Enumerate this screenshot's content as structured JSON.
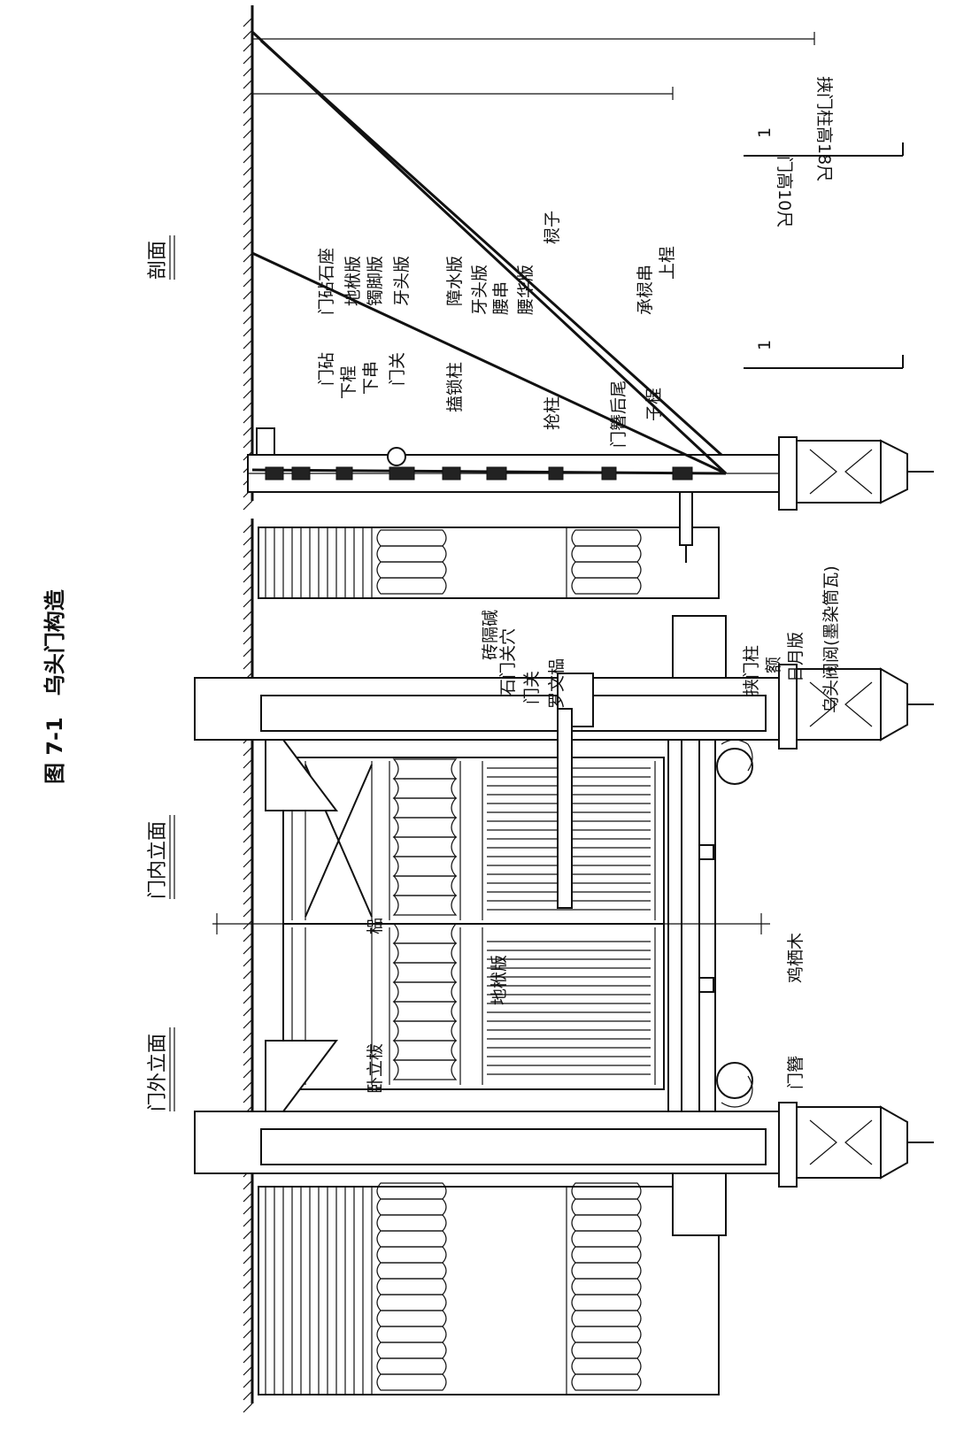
{
  "figure": {
    "caption": "图 7-1　乌头门构造"
  },
  "views": {
    "outer": "门外立面",
    "inner": "门内立面",
    "section": "剖面"
  },
  "elevation_labels": {
    "wutou": "乌头阀阅(墨染筒瓦)",
    "riyue": "日月版",
    "e": "额",
    "jiamenzhu": "挟门柱",
    "jixi": "鸡栖木",
    "menzan": "门簪",
    "luowen": "罗文榀",
    "menguan": "门关",
    "shimenguan": "石门关穴",
    "zhuangeqi": "砖隔碱",
    "difuban": "地栿版",
    "wolizhi": "卧立柭",
    "fu": "榀"
  },
  "section_labels": {
    "shangcheng": "上桯",
    "chengleng": "承棂串",
    "lengzi": "棂子",
    "yaohua": "腰华版",
    "yaochuan": "腰串",
    "yatou1": "牙头版",
    "zhangshui": "障水版",
    "yatou2": "牙头版",
    "zhujiao": "镯脚版",
    "difuban": "地栿版",
    "menzhenshi": "门砧石座",
    "menzanhouwei": "门簪后尾",
    "zicheng": "子桯",
    "qiangzhu": "抢柱",
    "jiasuozhu": "搕锁柱",
    "menguan": "门关",
    "xiachuan": "下串",
    "xiacheng": "下桯",
    "menzhen": "门砧"
  },
  "dimensions": {
    "zhugao": "挟门柱高18尺",
    "mengao": "门高10尺"
  },
  "section_marks": {
    "m1": "1",
    "m2": "1"
  }
}
